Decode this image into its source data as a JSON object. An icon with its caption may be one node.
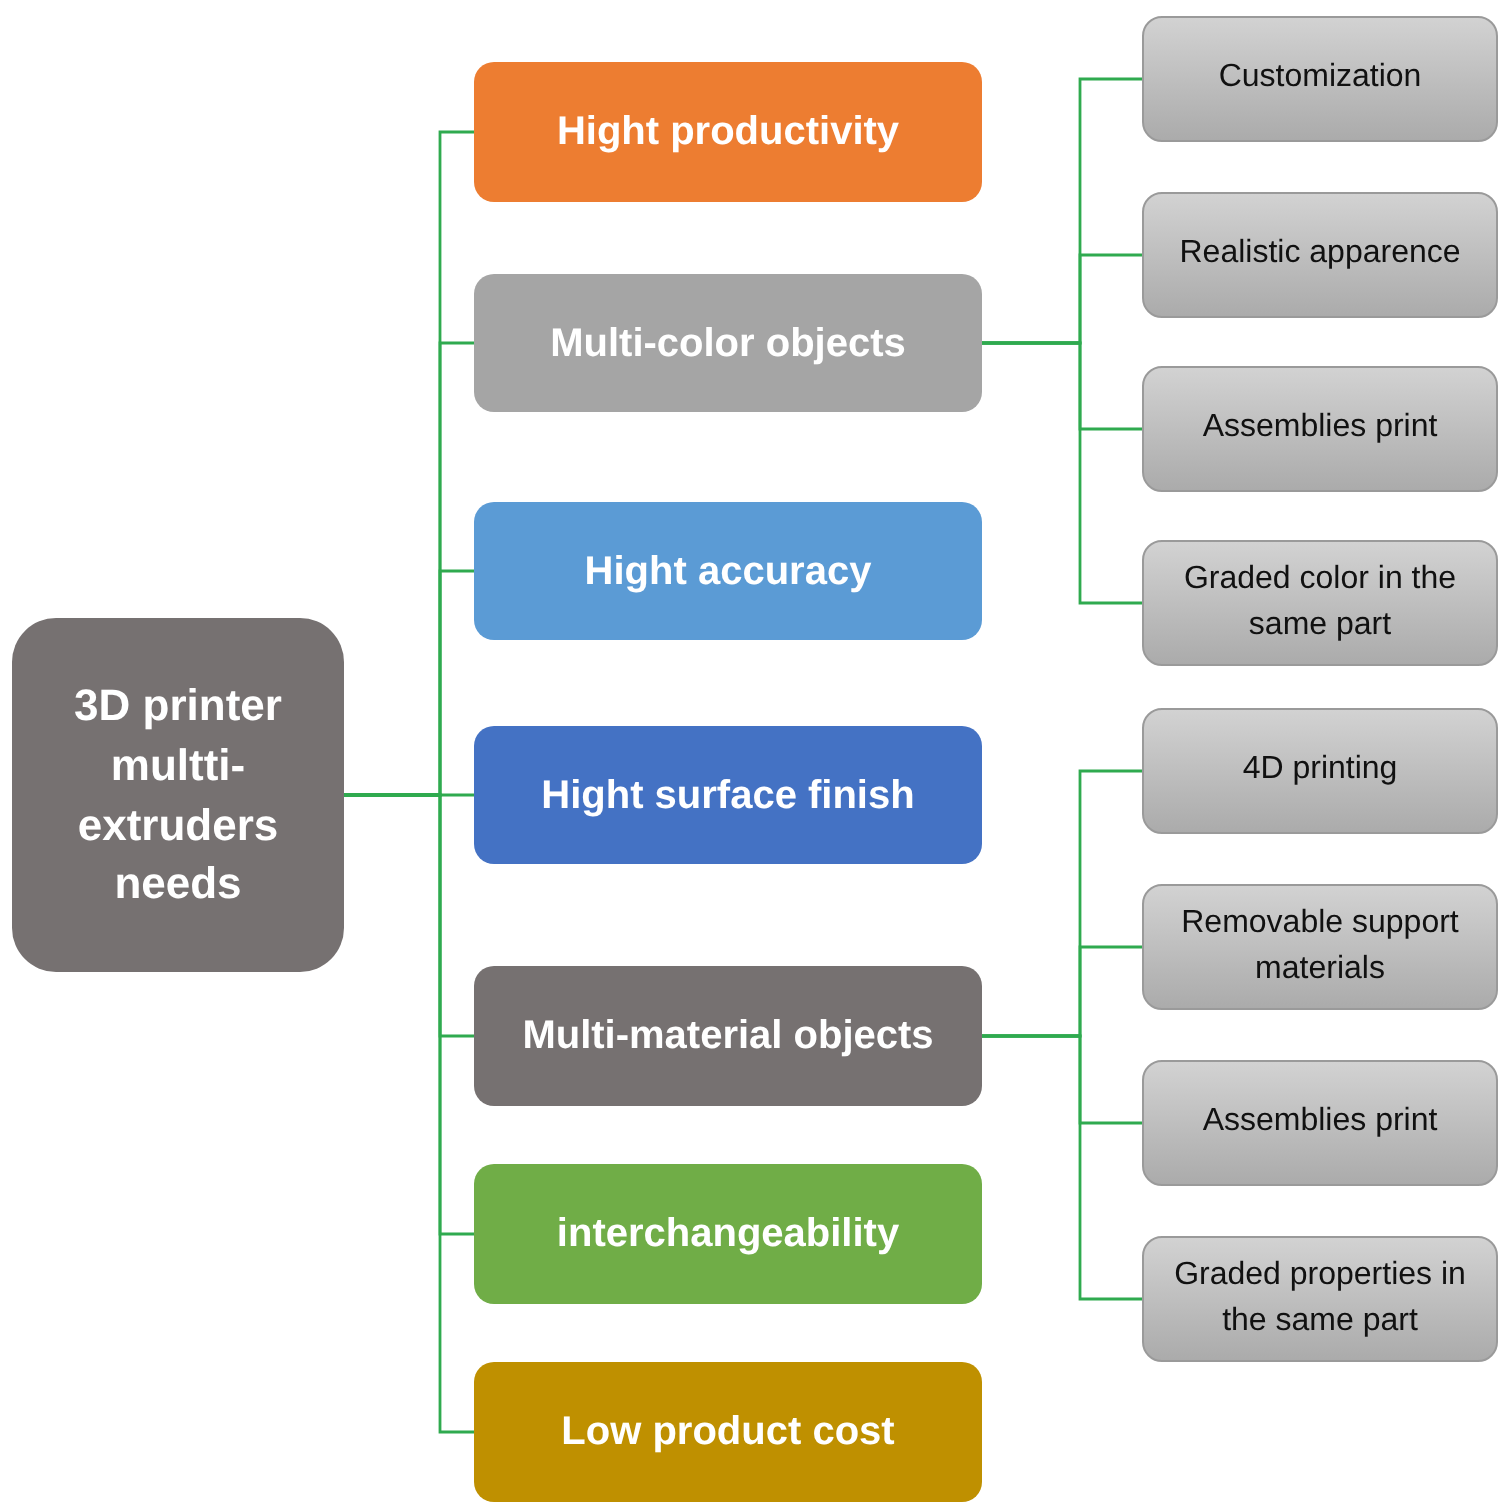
{
  "diagram": {
    "nodes": [
      {
        "text": [
          "3D printer multti-extruders needs"
        ]
      },
      {
        "text": [
          "Hight productivity"
        ]
      },
      {
        "text": [
          "Multi-color objects"
        ]
      },
      {
        "text": [
          "Hight accuracy"
        ]
      },
      {
        "text": [
          "Hight surface finish"
        ]
      },
      {
        "text": [
          "Multi-material objects"
        ]
      },
      {
        "text": [
          "interchangeability"
        ]
      },
      {
        "text": [
          "Low product cost"
        ]
      },
      {
        "text": [
          "Customization"
        ]
      },
      {
        "text": [
          "Realistic apparence"
        ]
      },
      {
        "text": [
          "Assemblies print"
        ]
      },
      {
        "text": [
          "Graded color in the same part"
        ]
      },
      {
        "text": [
          "4D printing"
        ]
      },
      {
        "text": [
          "Removable support materials"
        ]
      },
      {
        "text": [
          "Assemblies print"
        ]
      },
      {
        "text": [
          "Graded properties in the same part"
        ]
      }
    ],
    "edges": [
      {
        "from": 0,
        "to": 1,
        "arrow": "none"
      },
      {
        "from": 0,
        "to": 2,
        "arrow": "none"
      },
      {
        "from": 0,
        "to": 3,
        "arrow": "none"
      },
      {
        "from": 0,
        "to": 4,
        "arrow": "none"
      },
      {
        "from": 0,
        "to": 5,
        "arrow": "none"
      },
      {
        "from": 0,
        "to": 6,
        "arrow": "none"
      },
      {
        "from": 0,
        "to": 7,
        "arrow": "none"
      },
      {
        "from": 2,
        "to": 8,
        "arrow": "none"
      },
      {
        "from": 2,
        "to": 9,
        "arrow": "none"
      },
      {
        "from": 2,
        "to": 10,
        "arrow": "none"
      },
      {
        "from": 2,
        "to": 11,
        "arrow": "none"
      },
      {
        "from": 5,
        "to": 12,
        "arrow": "none"
      },
      {
        "from": 5,
        "to": 13,
        "arrow": "none"
      },
      {
        "from": 5,
        "to": 14,
        "arrow": "none"
      },
      {
        "from": 5,
        "to": 15,
        "arrow": "none"
      }
    ]
  }
}
